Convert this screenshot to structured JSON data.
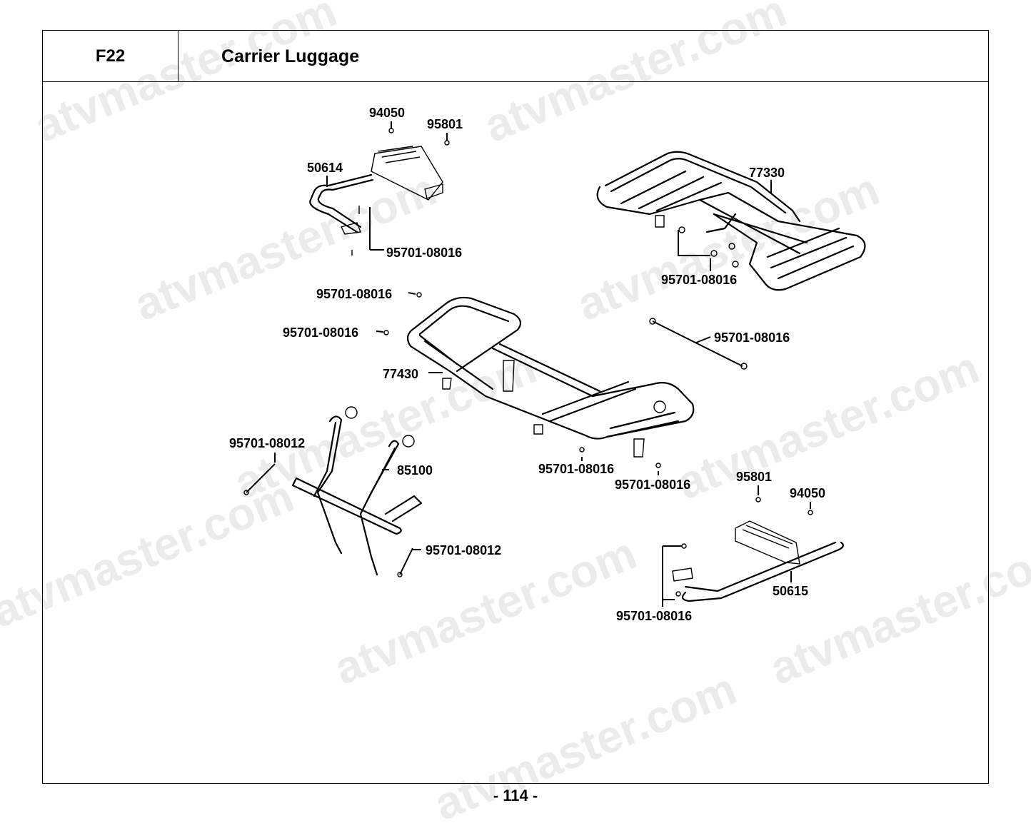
{
  "header": {
    "section_code": "F22",
    "title": "Carrier Luggage"
  },
  "watermark": {
    "text": "atvmaster.com"
  },
  "callouts": {
    "c94050_top": "94050",
    "c95801_top": "95801",
    "c50614": "50614",
    "c95701_a": "95701-08016",
    "c77330": "77330",
    "c95701_b": "95701-08016",
    "c95701_c": "95701-08016",
    "c95701_d": "95701-08016",
    "c95701_e": "95701-08016",
    "c77430": "77430",
    "c95701_f": "95701-08012",
    "c85100": "85100",
    "c95701_g": "95701-08016",
    "c95701_h": "95701-08016",
    "c95801_bottom": "95801",
    "c94050_bottom": "94050",
    "c95701_i": "95701-08012",
    "c50615": "50615",
    "c95701_j": "95701-08016"
  },
  "footer": {
    "page_label": "- 114 -"
  }
}
